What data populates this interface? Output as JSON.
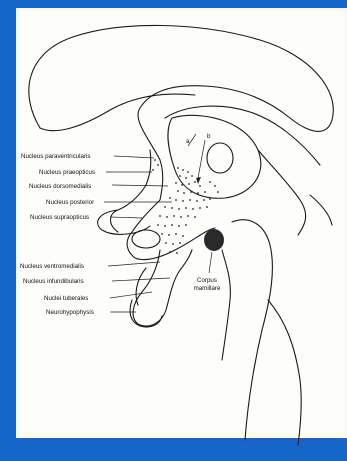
{
  "diagram": {
    "labels": {
      "paraventricularis": "Nucleus paraventricularis",
      "praeopticus": "Nucleus praeopticus",
      "dorsomedialis": "Nucleus dorsomedialis",
      "posterior": "Nucleus posterior",
      "supraopticus": "Nucleus supraopticus",
      "ventromedialis": "Nucleus ventromedialis",
      "infundibularis": "Nucleus infundibularis",
      "tuberales": "Nuclei tuberales",
      "neurohypophysis": "Neurohypophysis",
      "corpus_line1": "Corpus",
      "corpus_line2": "mamillare",
      "marker_a": "a",
      "marker_b": "b"
    },
    "colors": {
      "background": "#1566c8",
      "paper": "#fdfdfb",
      "ink": "#1a1a1a"
    }
  }
}
